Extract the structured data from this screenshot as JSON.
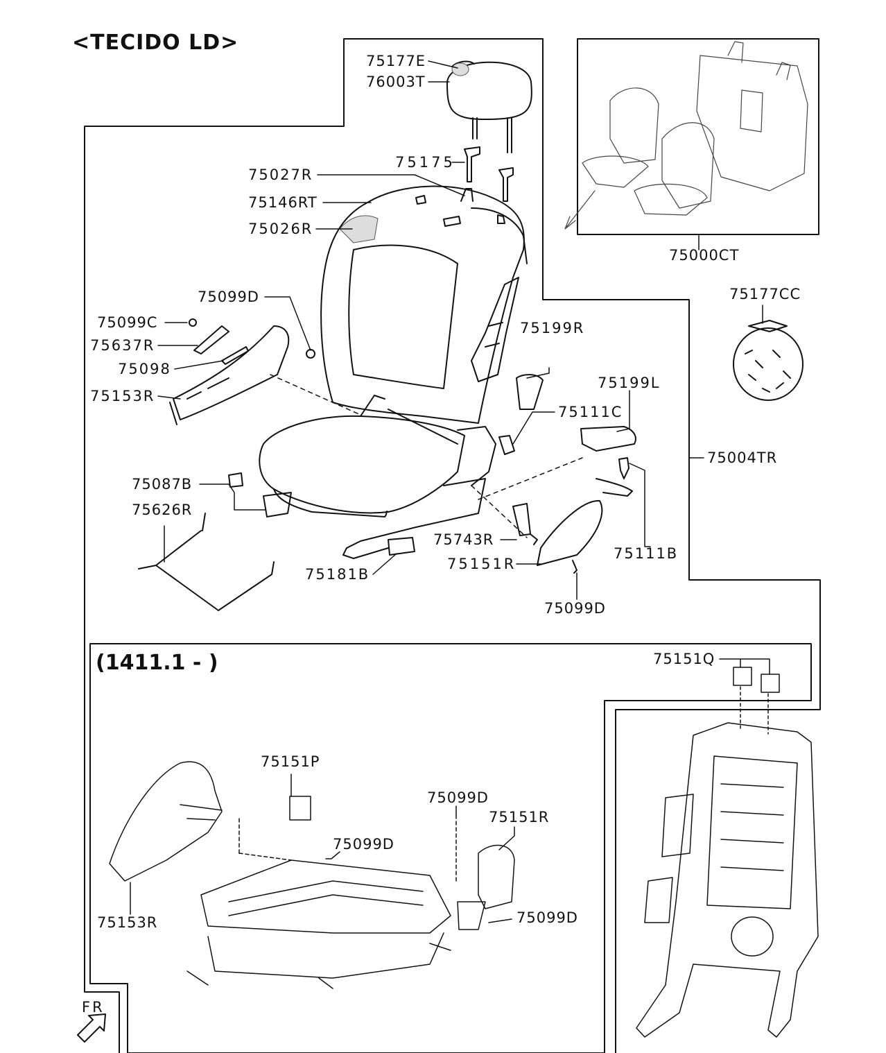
{
  "title": "<TECIDO LD>",
  "section_label": "(1411.1 - )",
  "direction_label": "FR",
  "parts": [
    {
      "id": "p-75177E",
      "code": "75177E"
    },
    {
      "id": "p-76003T",
      "code": "76003T"
    },
    {
      "id": "p-75175",
      "code": "75175"
    },
    {
      "id": "p-75027R",
      "code": "75027R"
    },
    {
      "id": "p-75146RT",
      "code": "75146RT"
    },
    {
      "id": "p-75026R",
      "code": "75026R"
    },
    {
      "id": "p-75099D-a",
      "code": "75099D"
    },
    {
      "id": "p-75099C",
      "code": "75099C"
    },
    {
      "id": "p-75637R",
      "code": "75637R"
    },
    {
      "id": "p-75098",
      "code": "75098"
    },
    {
      "id": "p-75153R-a",
      "code": "75153R"
    },
    {
      "id": "p-75199R",
      "code": "75199R"
    },
    {
      "id": "p-75199L",
      "code": "75199L"
    },
    {
      "id": "p-75111C",
      "code": "75111C"
    },
    {
      "id": "p-75004TR",
      "code": "75004TR"
    },
    {
      "id": "p-75087B",
      "code": "75087B"
    },
    {
      "id": "p-75626R",
      "code": "75626R"
    },
    {
      "id": "p-75743R",
      "code": "75743R"
    },
    {
      "id": "p-75111B",
      "code": "75111B"
    },
    {
      "id": "p-75151R-a",
      "code": "75151R"
    },
    {
      "id": "p-75181B",
      "code": "75181B"
    },
    {
      "id": "p-75099D-b",
      "code": "75099D"
    },
    {
      "id": "p-75000CT",
      "code": "75000CT"
    },
    {
      "id": "p-75177CC",
      "code": "75177CC"
    },
    {
      "id": "p-75151Q",
      "code": "75151Q"
    },
    {
      "id": "p-75151P",
      "code": "75151P"
    },
    {
      "id": "p-75099D-c",
      "code": "75099D"
    },
    {
      "id": "p-75099D-d",
      "code": "75099D"
    },
    {
      "id": "p-75151R-b",
      "code": "75151R"
    },
    {
      "id": "p-75153R-b",
      "code": "75153R"
    },
    {
      "id": "p-75099D-e",
      "code": "75099D"
    }
  ]
}
